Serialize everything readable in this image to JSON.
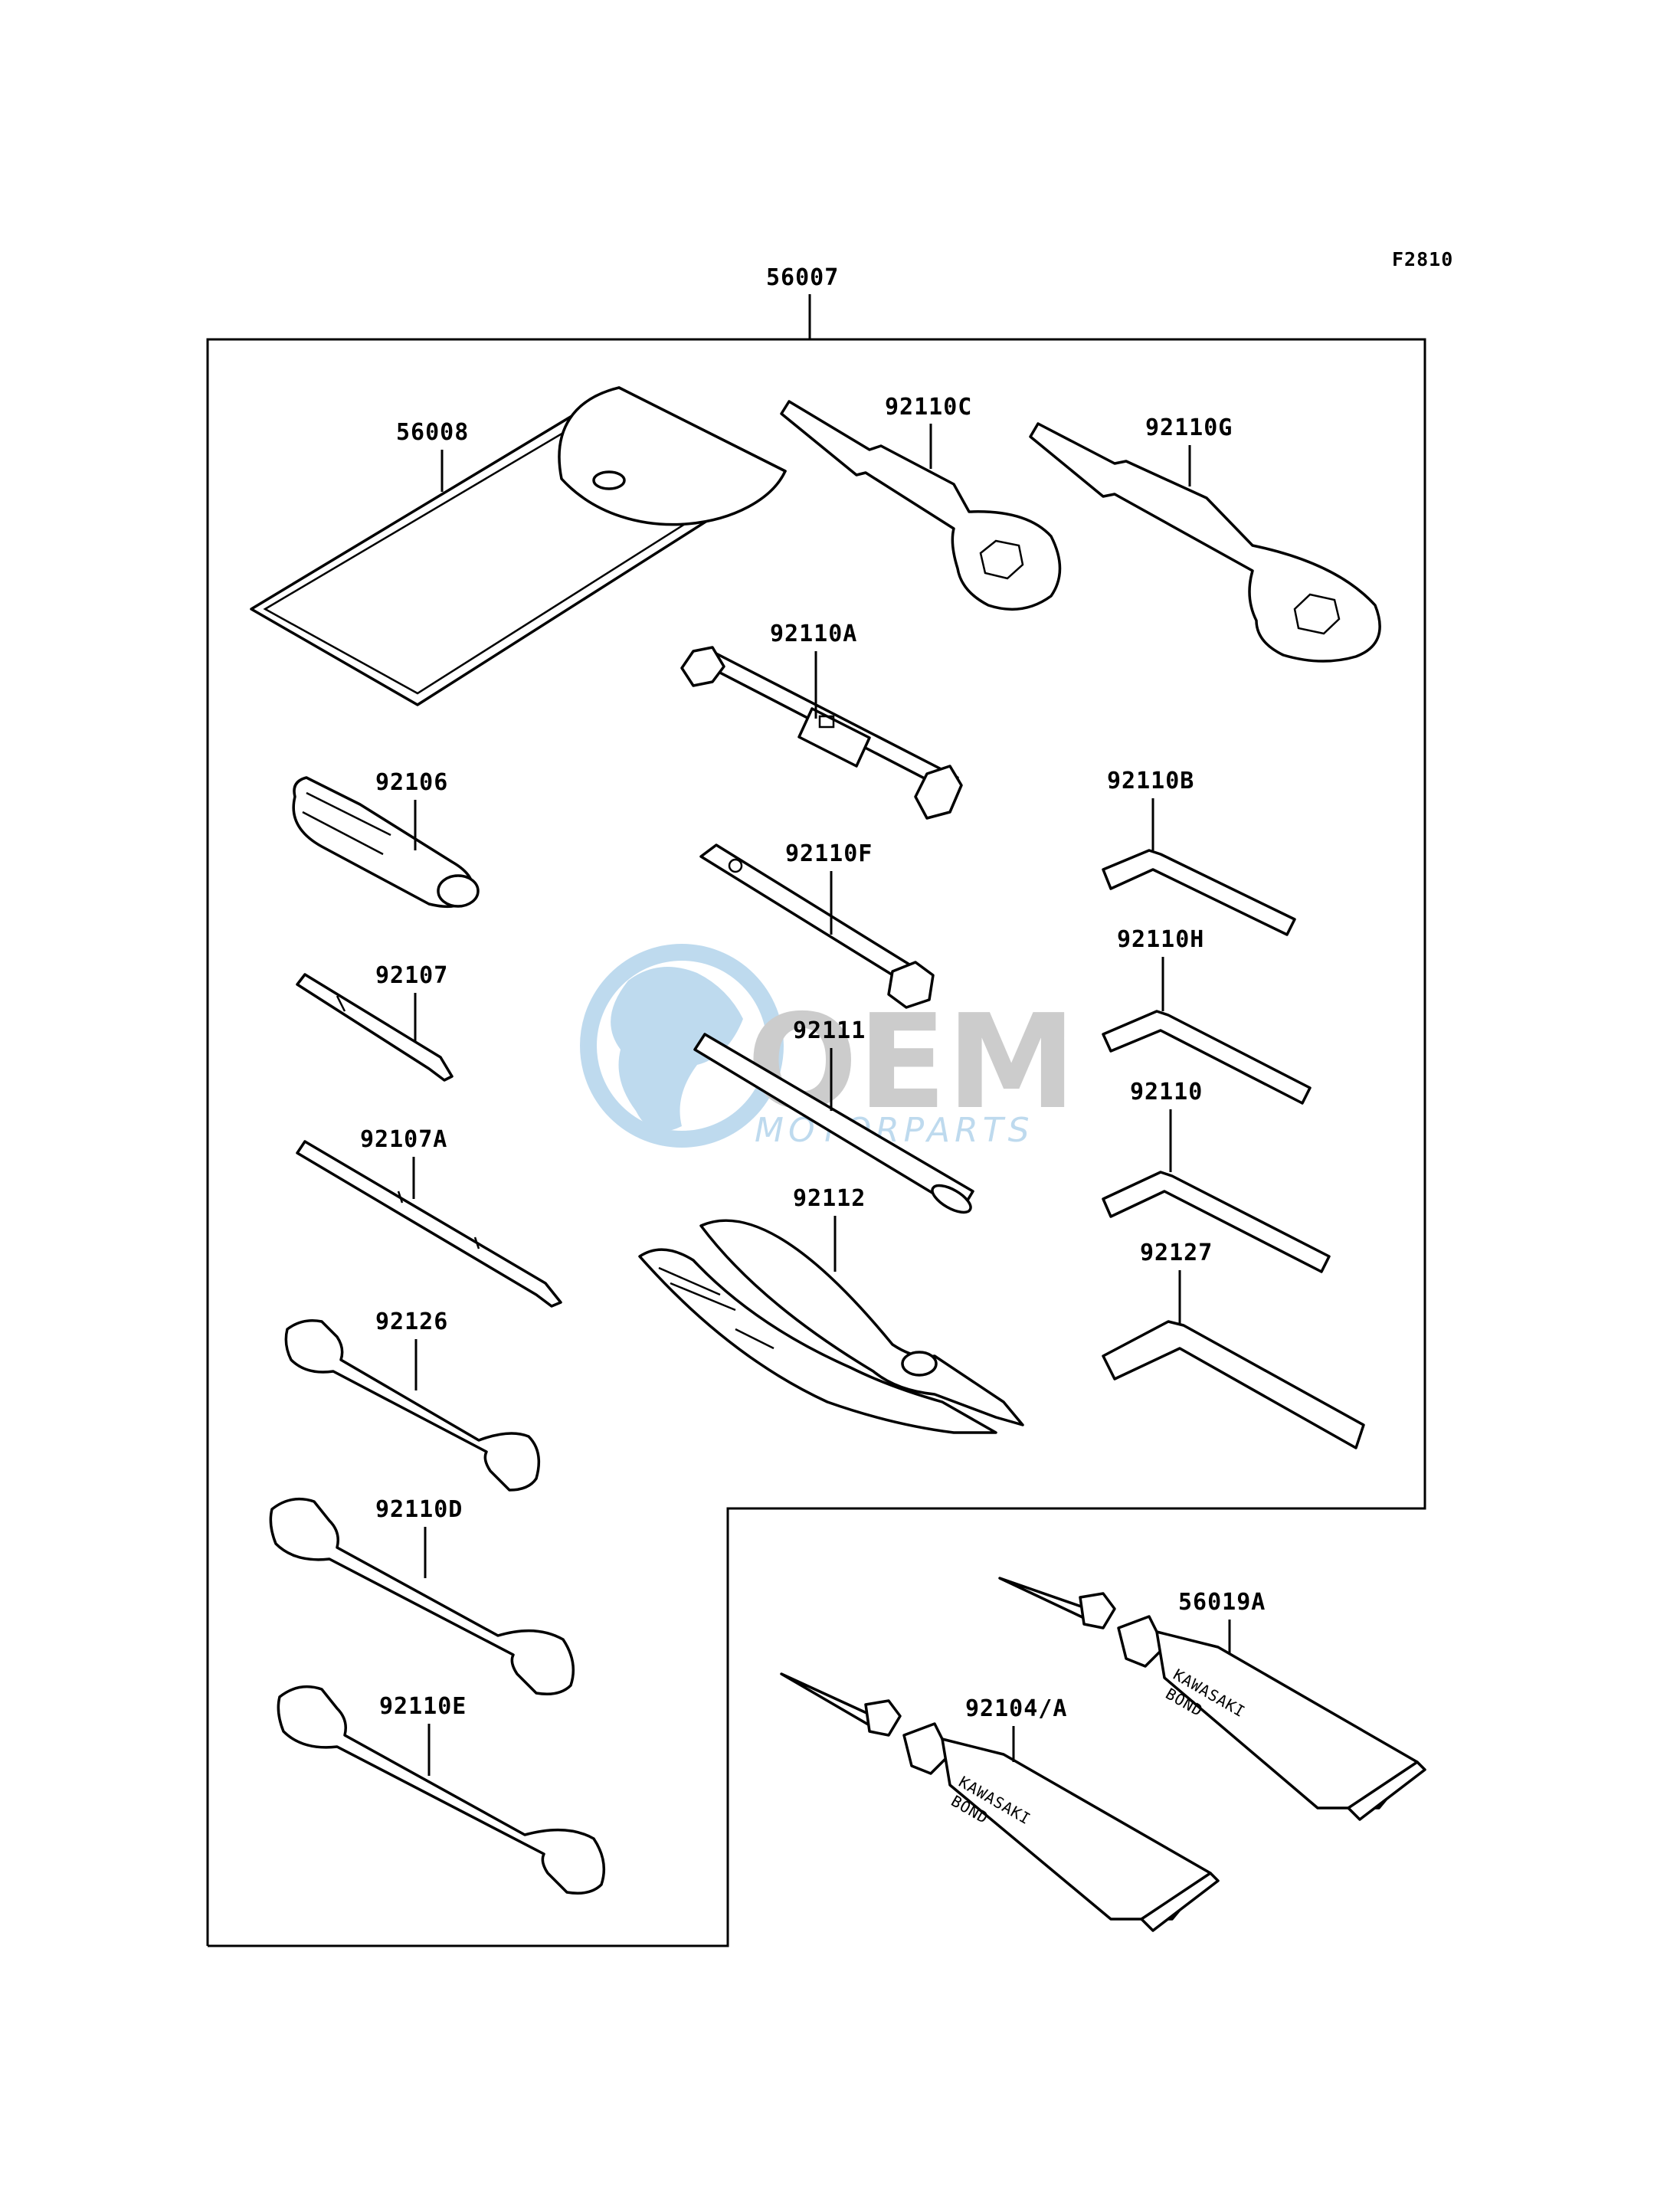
{
  "diagram": {
    "code": "F2810",
    "kit_label": "56007",
    "parts": [
      {
        "id": "56008"
      },
      {
        "id": "92110C"
      },
      {
        "id": "92110G"
      },
      {
        "id": "92110A"
      },
      {
        "id": "92106"
      },
      {
        "id": "92110B"
      },
      {
        "id": "92110F"
      },
      {
        "id": "92107"
      },
      {
        "id": "92110H"
      },
      {
        "id": "92111"
      },
      {
        "id": "92110"
      },
      {
        "id": "92107A"
      },
      {
        "id": "92112"
      },
      {
        "id": "92127"
      },
      {
        "id": "92126"
      },
      {
        "id": "92110D"
      },
      {
        "id": "56019A"
      },
      {
        "id": "92110E"
      },
      {
        "id": "92104/A"
      }
    ],
    "tube_text": {
      "line1": "KAWASAKI",
      "line2": "BOND"
    }
  },
  "watermark": {
    "brand": "OEM",
    "sub": "MOTORPARTS",
    "color": "#7fb6de"
  }
}
